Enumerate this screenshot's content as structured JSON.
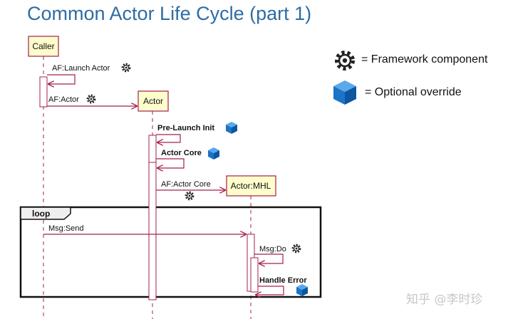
{
  "title": "Common Actor Life Cycle (part 1)",
  "participants": {
    "caller": "Caller",
    "actor": "Actor",
    "actor_mhl": "Actor:MHL"
  },
  "messages": {
    "af_launch_actor": "AF:Launch Actor",
    "af_actor": "AF:Actor",
    "pre_launch_init": "Pre-Launch Init",
    "actor_core": "Actor Core",
    "af_actor_core": "AF:Actor Core",
    "msg_send": "Msg:Send",
    "msg_do": "Msg:Do",
    "handle_error": "Handle Error"
  },
  "loop_label": "loop",
  "legend": {
    "framework": {
      "icon": "gear-icon",
      "text": "= Framework component"
    },
    "override": {
      "icon": "cube-icon",
      "text": "= Optional override"
    }
  },
  "watermark": "知乎 @李时珍",
  "colors": {
    "title": "#2e6ca4",
    "arrow": "#a3204a",
    "participant_fill": "#fefecd",
    "participant_border": "#a3204a",
    "cube_front": "#1b74c6",
    "cube_top": "#5aa8ec",
    "cube_side": "#0d56a0"
  }
}
